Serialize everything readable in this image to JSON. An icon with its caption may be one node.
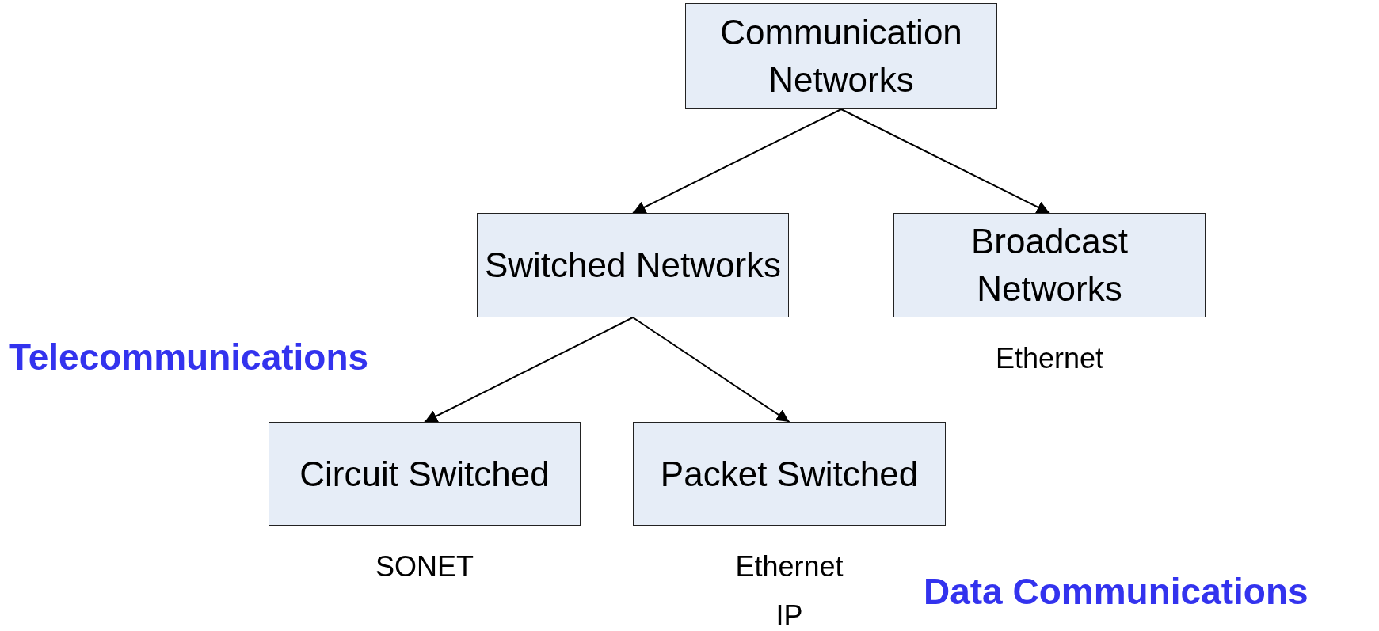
{
  "diagram": {
    "nodes": [
      {
        "text": [
          "Communication Networks"
        ]
      },
      {
        "text": [
          "Switched Networks"
        ]
      },
      {
        "text": [
          "Broadcast Networks"
        ],
        "beside": [
          "Ethernet"
        ]
      },
      {
        "text": [
          "Circuit Switched"
        ],
        "beside": [
          "SONET"
        ]
      },
      {
        "text": [
          "Packet Switched"
        ],
        "beside": [
          "Ethernet",
          "IP"
        ]
      }
    ],
    "edges": [
      {
        "from": 0,
        "to": 1,
        "arrow": "to"
      },
      {
        "from": 0,
        "to": 2,
        "arrow": "to"
      },
      {
        "from": 1,
        "to": 3,
        "arrow": "to"
      },
      {
        "from": 1,
        "to": 4,
        "arrow": "to"
      }
    ],
    "labels": [
      "Telecommunications",
      "Data Communications"
    ]
  }
}
